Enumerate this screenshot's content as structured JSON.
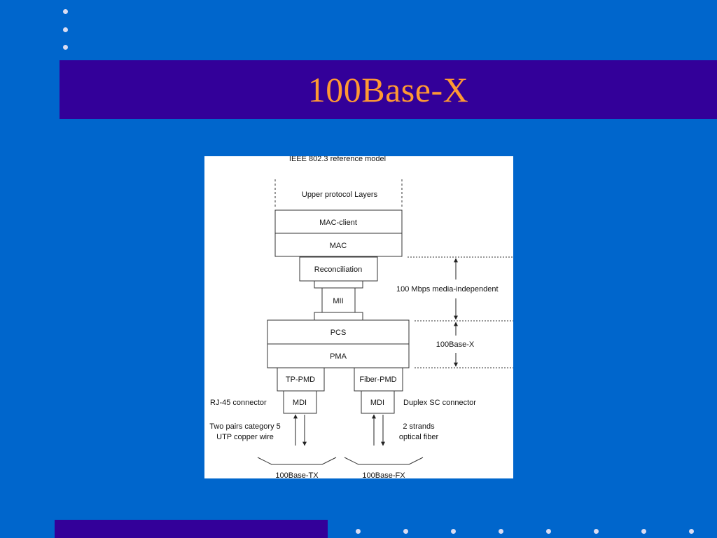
{
  "slide": {
    "title": "100Base-X",
    "colors": {
      "background": "#0066cc",
      "title_band": "#330099",
      "title_text": "#ff9933",
      "dots": "#d9dcf2"
    }
  },
  "diagram": {
    "header": "IEEE 802.3 reference model",
    "upper_layers": "Upper protocol Layers",
    "mac_client": "MAC-client",
    "mac": "MAC",
    "reconciliation": "Reconciliation",
    "mii": "MII",
    "pcs": "PCS",
    "pma": "PMA",
    "tp_pmd": "TP-PMD",
    "fiber_pmd": "Fiber-PMD",
    "mdi_left": "MDI",
    "mdi_right": "MDI",
    "rj45": "RJ-45 connector",
    "duplex_sc": "Duplex SC connector",
    "copper_line1": "Two pairs category 5",
    "copper_line2": "UTP copper wire",
    "fiber_line1": "2 strands",
    "fiber_line2": "optical fiber",
    "span_media_independent": "100 Mbps media-independent",
    "span_100basex": "100Base-X",
    "bottom_tx": "100Base-TX",
    "bottom_fx": "100Base-FX"
  }
}
